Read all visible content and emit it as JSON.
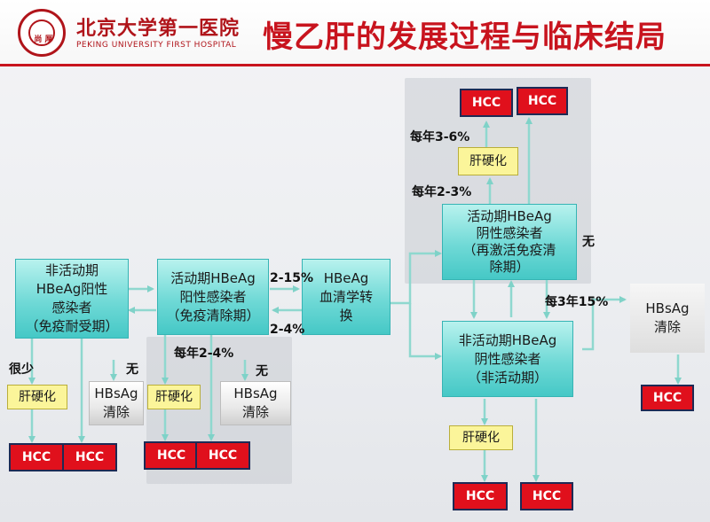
{
  "header": {
    "hospital_cn": "北京大学第一医院",
    "hospital_en": "PEKING UNIVERSITY FIRST HOSPITAL",
    "seal_text": "尚 厚",
    "title": "慢乙肝的发展过程与临床结局"
  },
  "nodes": {
    "immune_tolerant": [
      "非活动期",
      "HBeAg阳性",
      "感染者",
      "（免疫耐受期）"
    ],
    "immune_clearance": [
      "活动期HBeAg",
      "阳性感染者",
      "（免疫清除期）"
    ],
    "seroconversion": [
      "HBeAg",
      "血清学转",
      "换"
    ],
    "reactivation": [
      "活动期HBeAg",
      "阴性感染者",
      "（再激活免疫清",
      "除期）"
    ],
    "inactive": [
      "非活动期HBeAg",
      "阴性感染者",
      "（非活动期）"
    ],
    "hbsag_clearance": "HBsAg\n清除",
    "hcc": "HCC",
    "cirrhosis": "肝硬化"
  },
  "labels": {
    "rate_2_15": "2-15%",
    "rate_2_4_back": "2-4%",
    "rare": "很少",
    "none": "无",
    "annual_2_4": "每年2-4%",
    "annual_3_6": "每年3-6%",
    "annual_2_3": "每年2-3%",
    "every3y_15": "每3年15%"
  },
  "colors": {
    "accent_red": "#c8141e",
    "hcc_red": "#e0101c",
    "node_cyan": "#6fd9d6",
    "cirrhosis_yellow": "#fbf59a",
    "arrow": "#7fd2c8"
  }
}
